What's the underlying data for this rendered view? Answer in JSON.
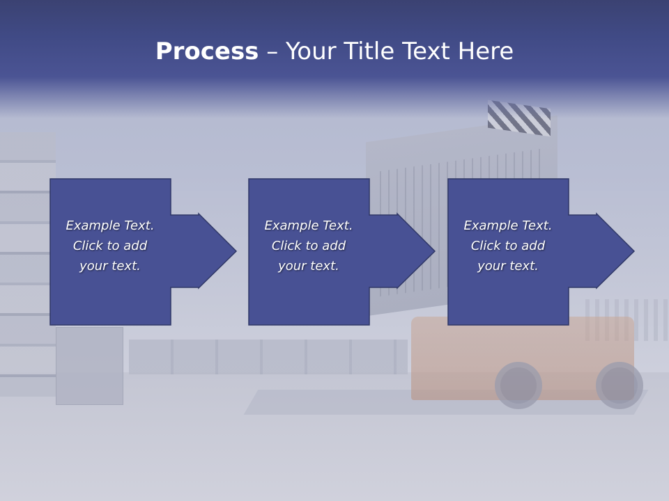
{
  "slide": {
    "title": {
      "bold": "Process",
      "rest": " – Your Title Text Here"
    },
    "steps": [
      {
        "lines": [
          "Example Text.",
          "Click  to add",
          "your text."
        ]
      },
      {
        "lines": [
          "Example Text.",
          "Click  to add",
          "your text."
        ]
      },
      {
        "lines": [
          "Example Text.",
          "Click  to add",
          "your text."
        ]
      }
    ]
  },
  "colors": {
    "header_band": "#404a85",
    "step_fill": "#485194",
    "step_border": "#2f3766",
    "text": "#ffffff"
  }
}
